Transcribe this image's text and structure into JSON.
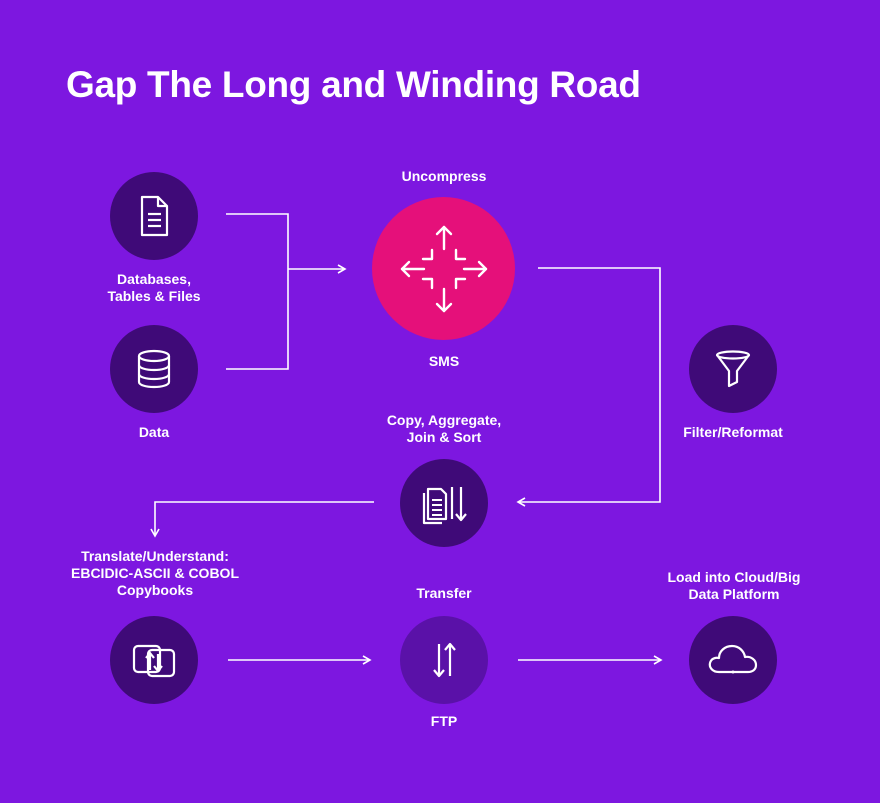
{
  "title": "Gap The Long and Winding Road",
  "colors": {
    "background": "#7d17e0",
    "node_dark": "#3f0a78",
    "node_transfer": "#5a11a8",
    "node_sms": "#e5107a",
    "line": "#ffffff"
  },
  "labels": {
    "databases": [
      "Databases,",
      "Tables & Files"
    ],
    "data": "Data",
    "uncompress": "Uncompress",
    "sms": "SMS",
    "filter": "Filter/Reformat",
    "copy": [
      "Copy, Aggregate,",
      "Join & Sort"
    ],
    "translate": [
      "Translate/Understand:",
      "EBCIDIC-ASCII & COBOL",
      "Copybooks"
    ],
    "transfer": "Transfer",
    "ftp": "FTP",
    "load": [
      "Load into Cloud/Big",
      "Data Platform"
    ]
  },
  "icons": {
    "databases": "document-icon",
    "data": "database-icon",
    "sms": "expand-arrows-icon",
    "filter": "funnel-icon",
    "copy": "copy-sort-icon",
    "translate": "convert-icon",
    "transfer": "transfer-arrows-icon",
    "load": "cloud-icon"
  }
}
